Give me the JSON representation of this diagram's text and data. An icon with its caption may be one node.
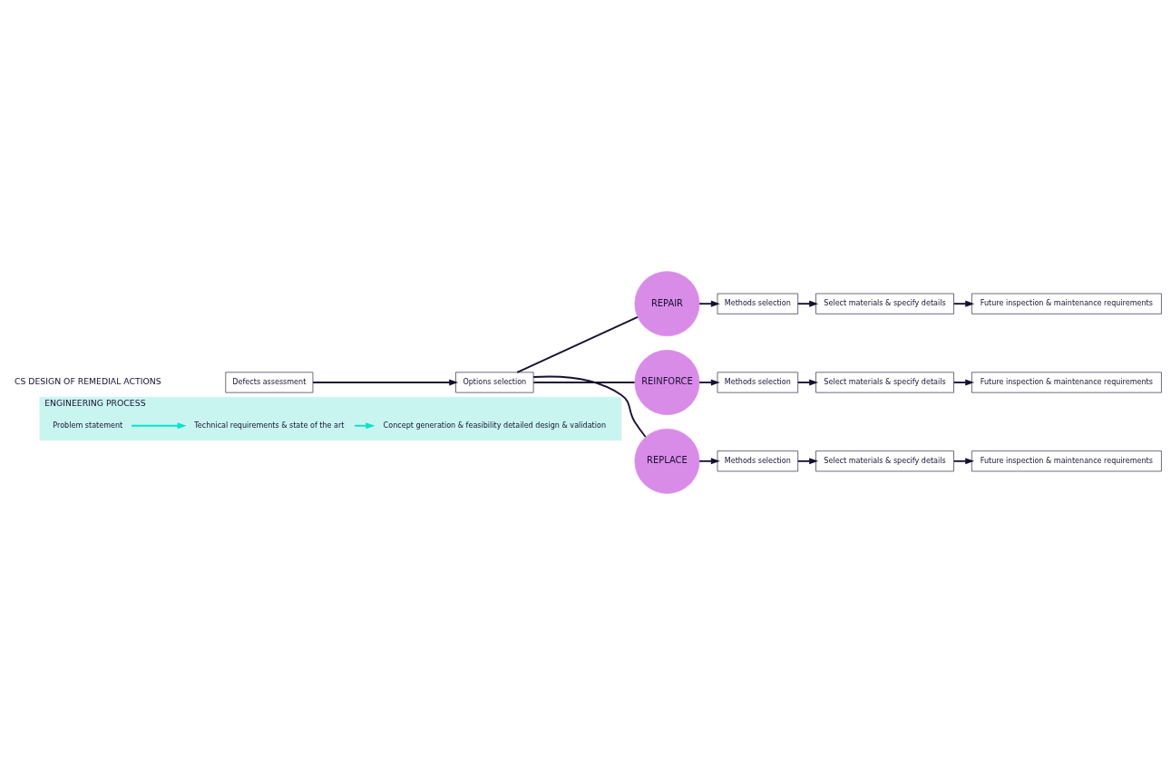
{
  "diagram": {
    "nodes": [
      {
        "text": [
          "ENGINEERING PROCESS"
        ]
      },
      {
        "text": [
          "Problem statement"
        ],
        "in": 0
      },
      {
        "text": [
          "Technical requirements & state of the art"
        ],
        "in": 0
      },
      {
        "text": [
          "Concept generation & feasibility detailed design & validation"
        ],
        "in": 0
      },
      {
        "text": [
          "Defects assessment"
        ]
      },
      {
        "text": [
          "Options selection"
        ]
      },
      {
        "text": [
          "REPAIR"
        ]
      },
      {
        "text": [
          "REINFORCE"
        ]
      },
      {
        "text": [
          "REPLACE"
        ]
      },
      {
        "text": [
          "Methods selection"
        ]
      },
      {
        "text": [
          "Select materials & specify details"
        ]
      },
      {
        "text": [
          "Future inspection & maintenance requirements"
        ]
      },
      {
        "text": [
          "Methods selection"
        ]
      },
      {
        "text": [
          "Select materials & specify details"
        ]
      },
      {
        "text": [
          "Future inspection & maintenance requirements"
        ]
      },
      {
        "text": [
          "Methods selection"
        ]
      },
      {
        "text": [
          "Select materials & specify details"
        ]
      },
      {
        "text": [
          "Future inspection & maintenance requirements"
        ]
      }
    ],
    "edges": [
      {
        "from": 1,
        "to": 2,
        "arrow": "to",
        "color": "#00e5c8"
      },
      {
        "from": 2,
        "to": 3,
        "arrow": "to",
        "color": "#00e5c8"
      },
      {
        "from": 4,
        "to": 5,
        "arrow": "to"
      },
      {
        "from": 5,
        "to": 6,
        "arrow": "none"
      },
      {
        "from": 5,
        "to": 7,
        "arrow": "none"
      },
      {
        "from": 5,
        "to": 8,
        "arrow": "none"
      },
      {
        "from": 6,
        "to": 9,
        "arrow": "to"
      },
      {
        "from": 9,
        "to": 10,
        "arrow": "to"
      },
      {
        "from": 10,
        "to": 11,
        "arrow": "to"
      },
      {
        "from": 7,
        "to": 12,
        "arrow": "to"
      },
      {
        "from": 12,
        "to": 13,
        "arrow": "to"
      },
      {
        "from": 13,
        "to": 14,
        "arrow": "to"
      },
      {
        "from": 8,
        "to": 15,
        "arrow": "to"
      },
      {
        "from": 15,
        "to": 16,
        "arrow": "to"
      },
      {
        "from": 16,
        "to": 17,
        "arrow": "to"
      }
    ],
    "labels": [
      "CS DESIGN OF REMEDIAL ACTIONS"
    ]
  }
}
